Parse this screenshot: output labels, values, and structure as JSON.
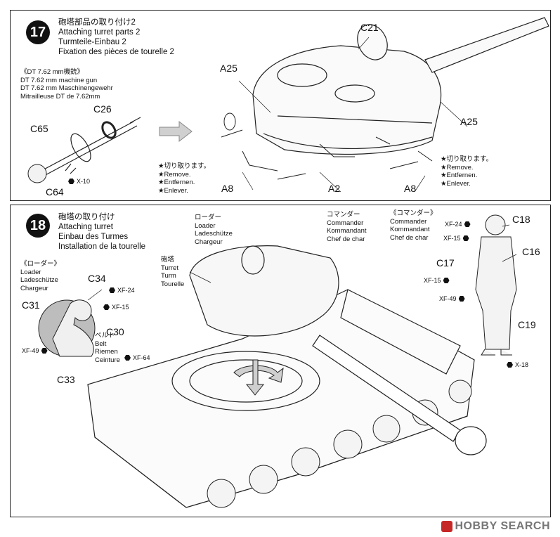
{
  "step17": {
    "number": "17",
    "title_lines": [
      "砲塔部品の取り付け2",
      "Attaching turret parts 2",
      "Turmteile-Einbau 2",
      "Fixation des pièces de tourelle 2"
    ],
    "mg_note_lines": [
      "《DT 7.62 mm機銃》",
      "DT 7.62 mm machine gun",
      "DT 7.62 mm Maschinengewehr",
      "Mitrailleuse DT de 7.62mm"
    ],
    "labels": {
      "c21": "C21",
      "a25_left": "A25",
      "a25_right": "A25",
      "c26": "C26",
      "c65": "C65",
      "c64": "C64",
      "a8_left": "A8",
      "a2": "A2",
      "a8_right": "A8"
    },
    "paint": {
      "x10": "X-10"
    },
    "remove_note_lines": [
      "★切り取ります。",
      "★Remove.",
      "★Entfernen.",
      "★Enlever."
    ]
  },
  "step18": {
    "number": "18",
    "title_lines": [
      "砲塔の取り付け",
      "Attaching turret",
      "Einbau des Turmes",
      "Installation de la tourelle"
    ],
    "loader_top_lines": [
      "ローダー",
      "Loader",
      "Ladeschütze",
      "Chargeur"
    ],
    "commander_top_lines": [
      "コマンダー",
      "Commander",
      "Kommandant",
      "Chef de char"
    ],
    "turret_lines": [
      "砲塔",
      "Turret",
      "Turm",
      "Tourelle"
    ],
    "loader_side_lines": [
      "《ローダー》",
      "Loader",
      "Ladeschütze",
      "Chargeur"
    ],
    "commander_side_lines": [
      "《コマンダー》",
      "Commander",
      "Kommandant",
      "Chef de char"
    ],
    "belt_lines": [
      "ベルト",
      "Belt",
      "Riemen",
      "Ceinture"
    ],
    "labels": {
      "c34": "C34",
      "c31": "C31",
      "c30": "C30",
      "c33": "C33",
      "c18": "C18",
      "c16": "C16",
      "c17": "C17",
      "c19": "C19"
    },
    "paints": {
      "xf24_loader": "XF-24",
      "xf15_loader": "XF-15",
      "xf49_loader": "XF-49",
      "xf64": "XF-64",
      "xf24_cmd": "XF-24",
      "xf15_cmd": "XF-15",
      "xf15_cmd2": "XF-15",
      "xf49_cmd": "XF-49",
      "x18": "X-18"
    }
  },
  "watermark": {
    "text": "HOBBY SEARCH"
  }
}
